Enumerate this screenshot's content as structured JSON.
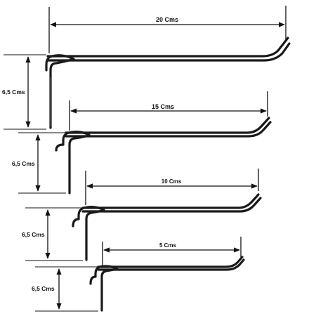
{
  "hooks": [
    {
      "length_label": "20 Cms",
      "height_label": "6,5 Cms"
    },
    {
      "length_label": "15 Cms",
      "height_label": "6,5 Cms"
    },
    {
      "length_label": "10 Cms",
      "height_label": "6,5 Cms"
    },
    {
      "length_label": "5 Cms",
      "height_label": "6,5 Cms"
    }
  ],
  "colors": {
    "ink": "#111111",
    "wire": "#1a1a1a",
    "background": "#ffffff"
  }
}
